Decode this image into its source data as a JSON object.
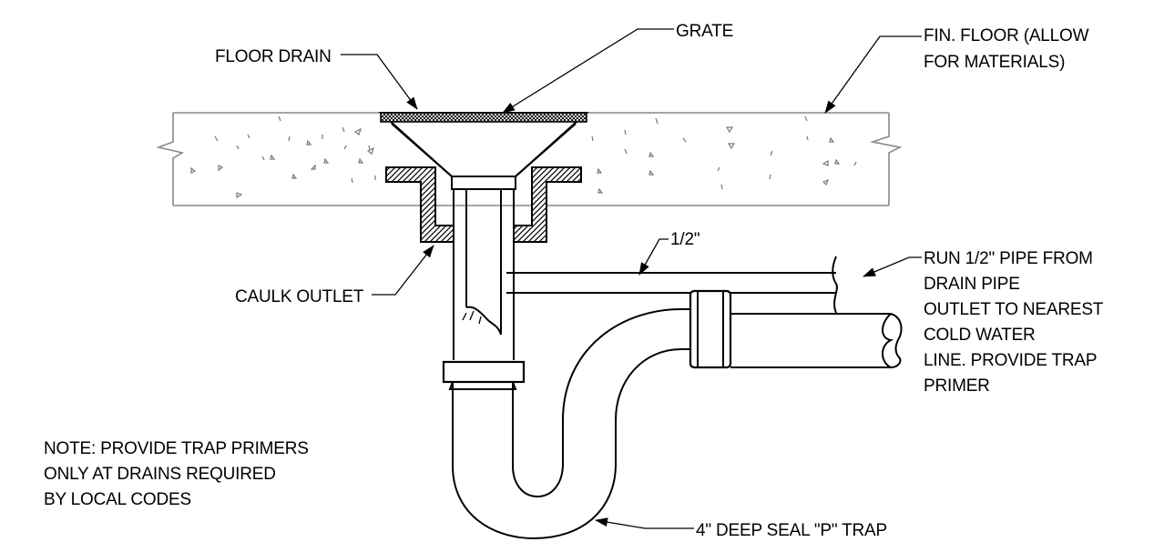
{
  "labels": {
    "floor_drain": "FLOOR DRAIN",
    "grate": "GRATE",
    "fin_floor_1": "FIN. FLOOR (ALLOW",
    "fin_floor_2": "FOR MATERIALS)",
    "half_inch": "1/2\"",
    "run_pipe_1": "RUN 1/2\" PIPE FROM",
    "run_pipe_2": "DRAIN PIPE",
    "run_pipe_3": "OUTLET TO NEAREST",
    "run_pipe_4": "COLD WATER",
    "run_pipe_5": "LINE. PROVIDE TRAP",
    "run_pipe_6": "PRIMER",
    "caulk_outlet": "CAULK OUTLET",
    "note_1": "NOTE: PROVIDE TRAP PRIMERS",
    "note_2": "ONLY AT DRAINS REQUIRED",
    "note_3": "BY LOCAL CODES",
    "p_trap": "4\" DEEP SEAL \"P\" TRAP"
  }
}
